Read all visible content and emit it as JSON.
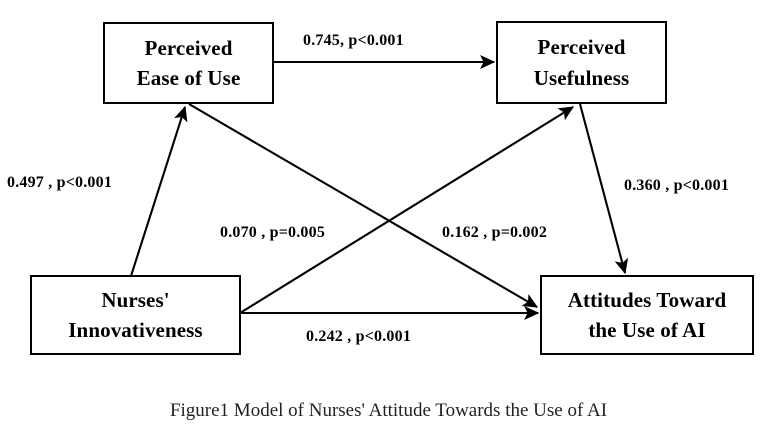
{
  "figure": {
    "caption": "Figure1 Model of Nurses' Attitude Towards the Use of AI",
    "background_color": "#ffffff",
    "line_color": "#000000"
  },
  "nodes": [
    {
      "id": "perceived-ease-of-use",
      "line1": "Perceived",
      "line2": "Ease of Use"
    },
    {
      "id": "perceived-usefulness",
      "line1": "Perceived",
      "line2": "Usefulness"
    },
    {
      "id": "nurses-innovativeness",
      "line1": "Nurses'",
      "line2": "Innovativeness"
    },
    {
      "id": "attitudes-toward-use-of-ai",
      "line1": "Attitudes Toward",
      "line2": "the Use of AI"
    }
  ],
  "edges": [
    {
      "id": "peou-to-pu",
      "from": "perceived-ease-of-use",
      "to": "perceived-usefulness",
      "label": "0.745, p<0.001",
      "coefficient": "0.745",
      "p_value": "p<0.001"
    },
    {
      "id": "ni-to-peou",
      "from": "nurses-innovativeness",
      "to": "perceived-ease-of-use",
      "label": "0.497 , p<0.001",
      "coefficient": "0.497",
      "p_value": "p<0.001"
    },
    {
      "id": "ni-to-pu",
      "from": "nurses-innovativeness",
      "to": "perceived-usefulness",
      "label": "0.070 , p=0.005",
      "coefficient": "0.070",
      "p_value": "p=0.005"
    },
    {
      "id": "peou-to-attitudes",
      "from": "perceived-ease-of-use",
      "to": "attitudes-toward-use-of-ai",
      "label": "0.162 , p=0.002",
      "coefficient": "0.162",
      "p_value": "p=0.002"
    },
    {
      "id": "pu-to-attitudes",
      "from": "perceived-usefulness",
      "to": "attitudes-toward-use-of-ai",
      "label": "0.360 , p<0.001",
      "coefficient": "0.360",
      "p_value": "p<0.001"
    },
    {
      "id": "ni-to-attitudes",
      "from": "nurses-innovativeness",
      "to": "attitudes-toward-use-of-ai",
      "label": "0.242 , p<0.001",
      "coefficient": "0.242",
      "p_value": "p<0.001"
    }
  ]
}
